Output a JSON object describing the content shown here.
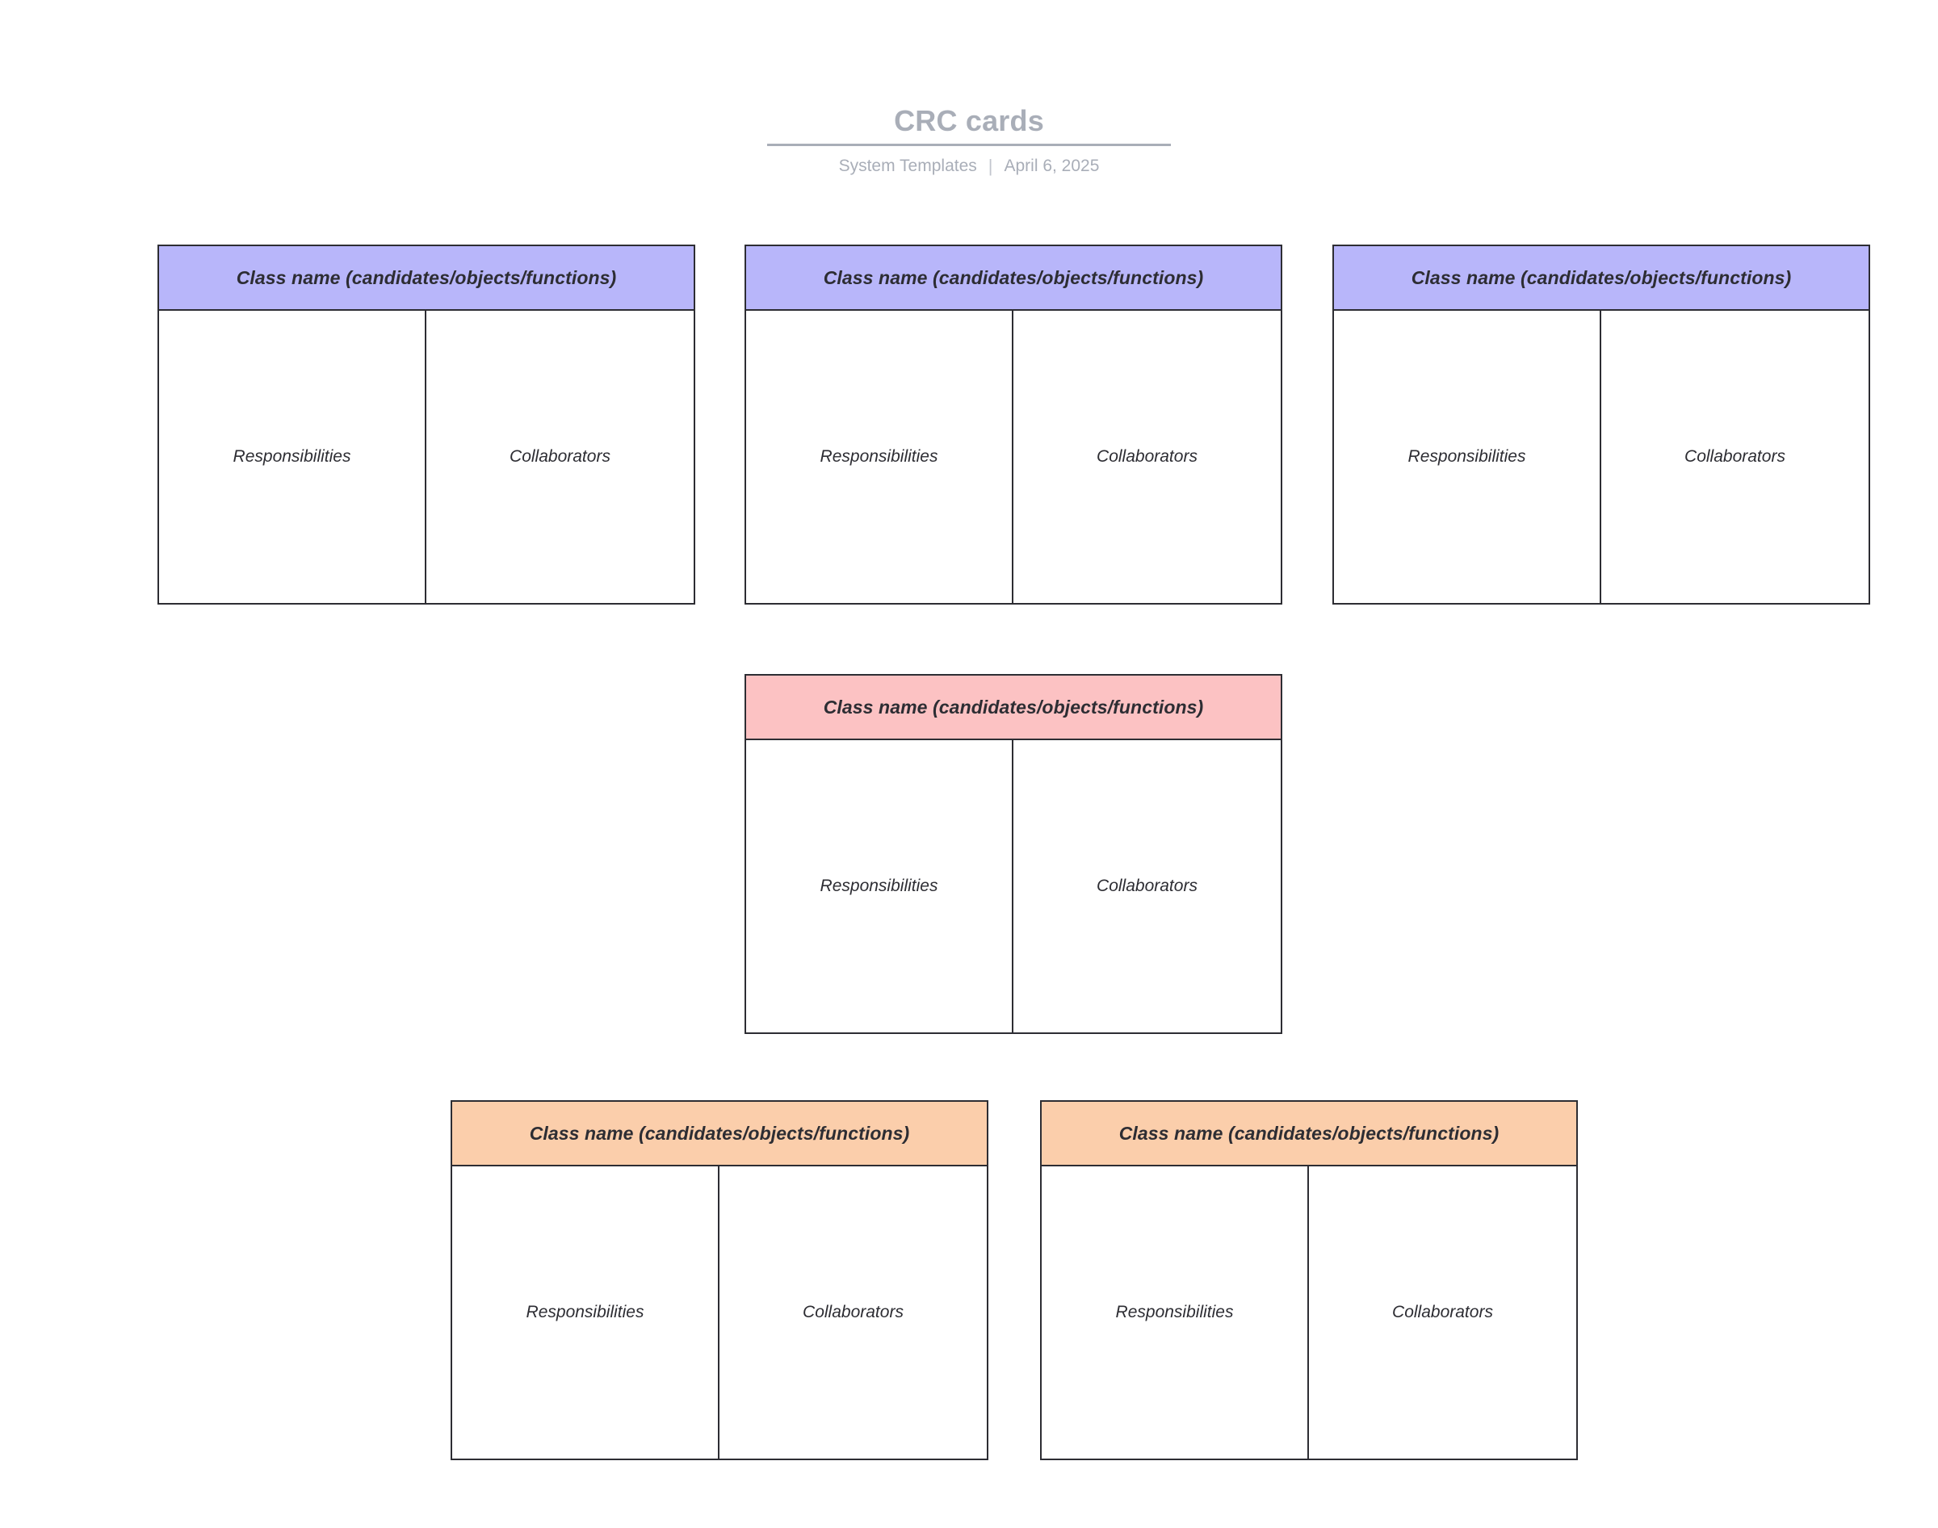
{
  "header": {
    "title": "CRC cards",
    "meta_left": "System Templates",
    "separator": "|",
    "meta_right": "April 6, 2025",
    "title_color": "#a9aeb8"
  },
  "labels": {
    "class_name": "Class name (candidates/objects/functions)",
    "responsibilities": "Responsibilities",
    "collaborators": "Collaborators"
  },
  "palette": {
    "purple": "#b8b6fa",
    "pink": "#fcc2c3",
    "orange": "#fbceab",
    "border": "#2d2d33",
    "text": "#2d2d33",
    "background": "#ffffff"
  },
  "cards": [
    {
      "id": "card-1",
      "header": "Class name (candidates/objects/functions)",
      "header_color": "#b8b6fa",
      "left_cell": "Responsibilities",
      "right_cell": "Collaborators"
    },
    {
      "id": "card-2",
      "header": "Class name (candidates/objects/functions)",
      "header_color": "#b8b6fa",
      "left_cell": "Responsibilities",
      "right_cell": "Collaborators"
    },
    {
      "id": "card-3",
      "header": "Class name (candidates/objects/functions)",
      "header_color": "#b8b6fa",
      "left_cell": "Responsibilities",
      "right_cell": "Collaborators"
    },
    {
      "id": "card-4",
      "header": "Class name (candidates/objects/functions)",
      "header_color": "#fcc2c3",
      "left_cell": "Responsibilities",
      "right_cell": "Collaborators"
    },
    {
      "id": "card-5",
      "header": "Class name (candidates/objects/functions)",
      "header_color": "#fbceab",
      "left_cell": "Responsibilities",
      "right_cell": "Collaborators"
    },
    {
      "id": "card-6",
      "header": "Class name (candidates/objects/functions)",
      "header_color": "#fbceab",
      "left_cell": "Responsibilities",
      "right_cell": "Collaborators"
    }
  ]
}
